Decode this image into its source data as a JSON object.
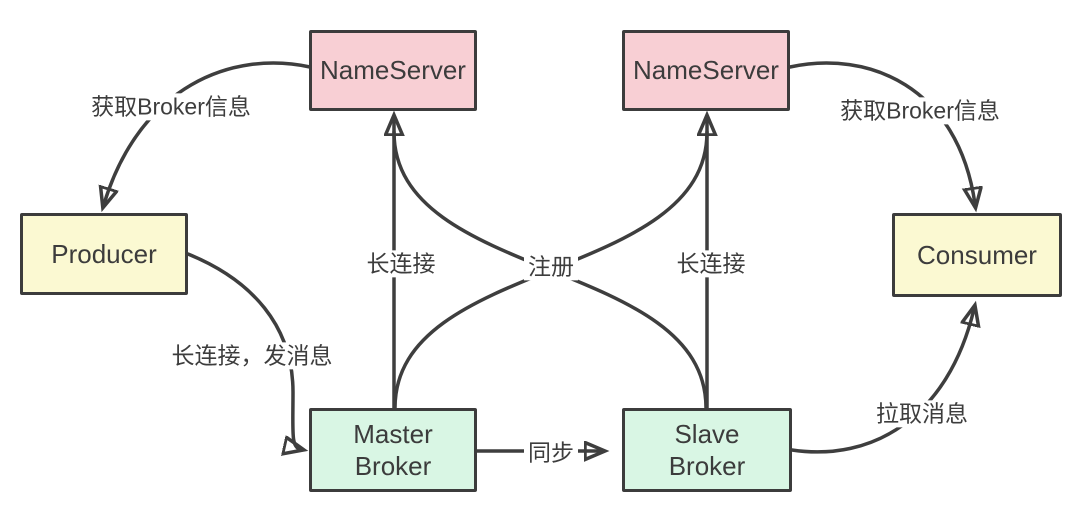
{
  "nodes": {
    "nameserver1": {
      "label": "NameServer"
    },
    "nameserver2": {
      "label": "NameServer"
    },
    "producer": {
      "label": "Producer"
    },
    "consumer": {
      "label": "Consumer"
    },
    "master_broker": {
      "line1": "Master",
      "line2": "Broker"
    },
    "slave_broker": {
      "line1": "Slave",
      "line2": "Broker"
    }
  },
  "edges": {
    "ns1_to_producer": {
      "label": "获取Broker信息"
    },
    "ns2_to_consumer": {
      "label": "获取Broker信息"
    },
    "producer_to_master": {
      "label": "长连接，发消息"
    },
    "master_to_ns1": {
      "label": "长连接"
    },
    "slave_to_ns2": {
      "label": "长连接"
    },
    "brokers_register": {
      "label": "注册"
    },
    "master_to_slave": {
      "label": "同步"
    },
    "slave_to_consumer": {
      "label": "拉取消息"
    }
  },
  "colors": {
    "nameserver_fill": "#f8cfd4",
    "producer_consumer_fill": "#fbf9d2",
    "broker_fill": "#d9f6e4",
    "stroke": "#3e3e3e",
    "background": "#ffffff"
  }
}
